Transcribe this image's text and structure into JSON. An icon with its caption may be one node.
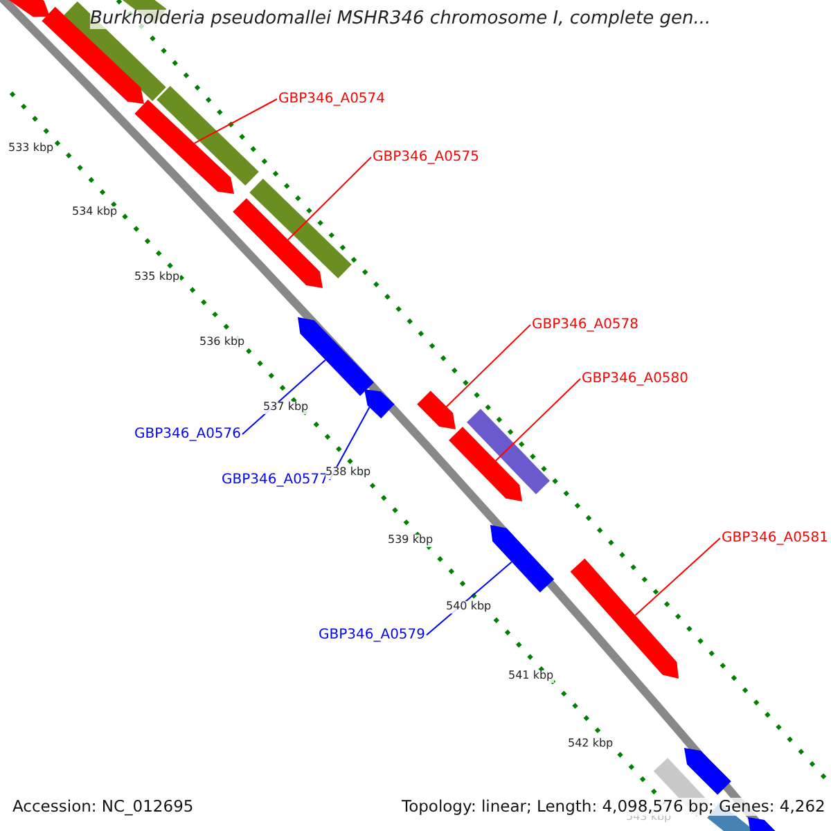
{
  "diagram": {
    "title": "Burkholderia pseudomallei MSHR346 chromosome I, complete gen...",
    "nodes": [
      {
        "text": [
          "GBP346_A0574"
        ]
      },
      {
        "text": [
          "GBP346_A0575"
        ]
      },
      {
        "text": [
          "GBP346_A0578"
        ]
      },
      {
        "text": [
          "GBP346_A0580"
        ]
      },
      {
        "text": [
          "GBP346_A0576"
        ]
      },
      {
        "text": [
          "GBP346_A0577"
        ]
      },
      {
        "text": [
          "GBP346_A0581"
        ]
      },
      {
        "text": [
          "GBP346_A0579"
        ]
      },
      {
        "text": [],
        "shape": "pentagon"
      },
      {
        "text": [],
        "shape": "pentagon"
      },
      {
        "text": [],
        "shape": "pentagon"
      },
      {
        "text": [],
        "shape": "pentagon"
      },
      {
        "text": [],
        "shape": "pentagon"
      },
      {
        "text": [],
        "shape": "pentagon"
      },
      {
        "text": [],
        "shape": "pentagon"
      },
      {
        "text": [],
        "shape": "pentagon"
      },
      {
        "text": [],
        "shape": "pentagon"
      },
      {
        "text": [],
        "shape": "bar"
      },
      {
        "text": [],
        "shape": "bar"
      },
      {
        "text": [],
        "shape": "pentagon"
      },
      {
        "text": [],
        "shape": "bar"
      },
      {
        "text": [],
        "shape": "bar"
      },
      {
        "text": [],
        "shape": "bar"
      },
      {
        "text": [],
        "shape": "pentagon"
      },
      {
        "text": [],
        "shape": "bar"
      },
      {
        "text": [],
        "shape": "bar"
      },
      {
        "text": [],
        "shape": "pentagon"
      }
    ],
    "edges": [
      {
        "from": 0,
        "to": 8,
        "arrow": "none"
      },
      {
        "from": 1,
        "to": 9,
        "arrow": "none"
      },
      {
        "from": 2,
        "to": 12,
        "arrow": "none"
      },
      {
        "from": 3,
        "to": 13,
        "arrow": "none"
      },
      {
        "from": 4,
        "to": 10,
        "arrow": "none",
        "color": "#0000ff"
      },
      {
        "from": 5,
        "to": 11,
        "arrow": "none",
        "color": "#0000ff"
      },
      {
        "from": 6,
        "to": 15,
        "arrow": "none"
      },
      {
        "from": 7,
        "to": 14,
        "arrow": "none",
        "color": "#0000ff"
      }
    ],
    "labels": [
      "533 kbp",
      "534 kbp",
      "535 kbp",
      "536 kbp",
      "537 kbp",
      "538 kbp",
      "539 kbp",
      "540 kbp",
      "541 kbp",
      "542 kbp",
      "543 kbp",
      "Accession: NC_012695",
      "Topology: linear; Length: 4,098,576 bp; Genes: 4,262"
    ]
  }
}
